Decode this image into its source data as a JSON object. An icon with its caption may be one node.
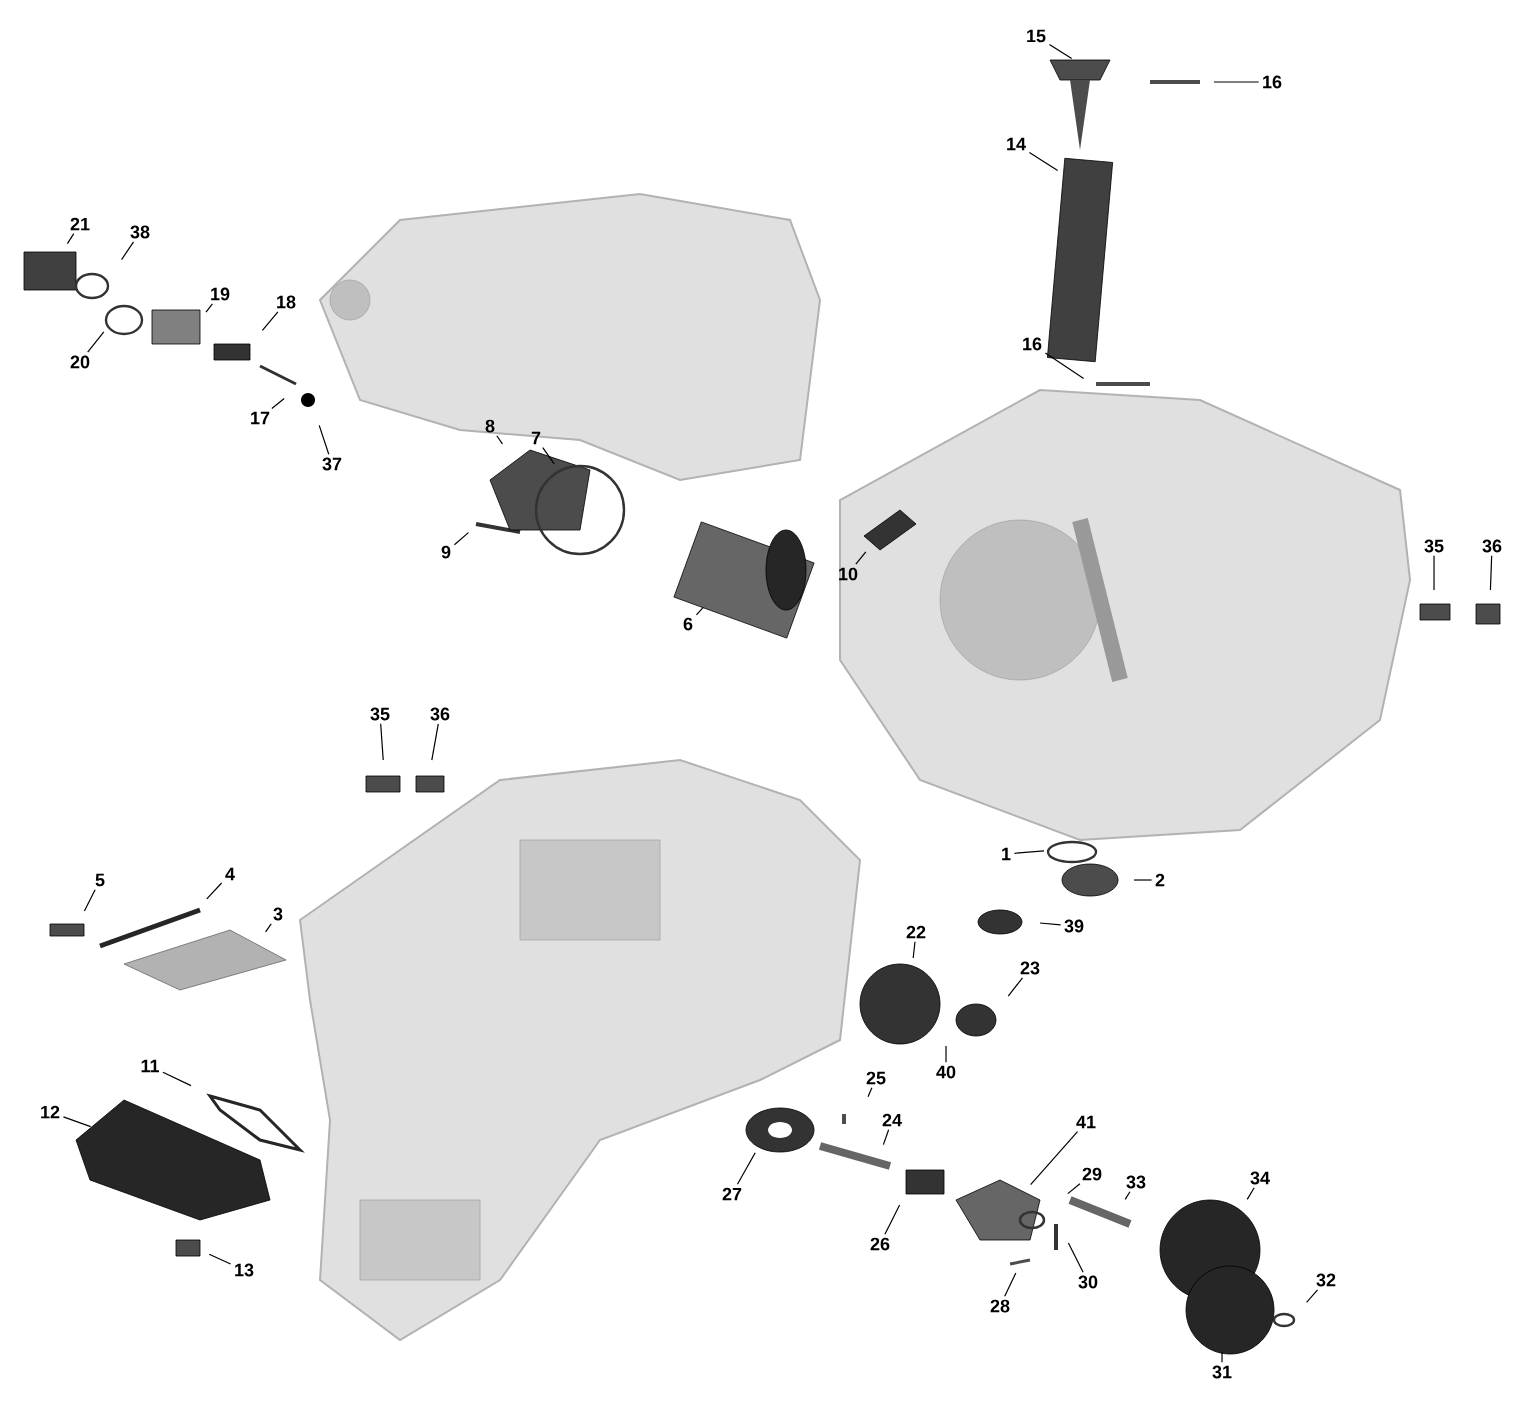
{
  "diagram": {
    "nodes": [
      {
        "text": [
          "15"
        ]
      },
      {
        "text": [
          "16"
        ]
      },
      {
        "text": [
          "14"
        ]
      },
      {
        "text": [
          "21"
        ]
      },
      {
        "text": [
          "38"
        ]
      },
      {
        "text": [
          "19"
        ]
      },
      {
        "text": [
          "18"
        ]
      },
      {
        "text": [
          "16"
        ]
      },
      {
        "text": [
          "20"
        ]
      },
      {
        "text": [
          "17"
        ]
      },
      {
        "text": [
          "8"
        ]
      },
      {
        "text": [
          "7"
        ]
      },
      {
        "text": [
          "37"
        ]
      },
      {
        "text": [
          "9"
        ]
      },
      {
        "text": [
          "35"
        ]
      },
      {
        "text": [
          "36"
        ]
      },
      {
        "text": [
          "10"
        ]
      },
      {
        "text": [
          "6"
        ]
      },
      {
        "text": [
          "35"
        ]
      },
      {
        "text": [
          "36"
        ]
      },
      {
        "text": [
          "5"
        ]
      },
      {
        "text": [
          "4"
        ]
      },
      {
        "text": [
          "3"
        ]
      },
      {
        "text": [
          "1"
        ]
      },
      {
        "text": [
          "2"
        ]
      },
      {
        "text": [
          "39"
        ]
      },
      {
        "text": [
          "22"
        ]
      },
      {
        "text": [
          "23"
        ]
      },
      {
        "text": [
          "11"
        ]
      },
      {
        "text": [
          "40"
        ]
      },
      {
        "text": [
          "25"
        ]
      },
      {
        "text": [
          "12"
        ]
      },
      {
        "text": [
          "24"
        ]
      },
      {
        "text": [
          "41"
        ]
      },
      {
        "text": [
          "29"
        ]
      },
      {
        "text": [
          "33"
        ]
      },
      {
        "text": [
          "34"
        ]
      },
      {
        "text": [
          "27"
        ]
      },
      {
        "text": [
          "26"
        ]
      },
      {
        "text": [
          "13"
        ]
      },
      {
        "text": [
          "30"
        ]
      },
      {
        "text": [
          "32"
        ]
      },
      {
        "text": [
          "28"
        ]
      },
      {
        "text": [
          "31"
        ]
      }
    ],
    "edges": [
      {
        "from": 0,
        "to": null,
        "arrow": "none"
      },
      {
        "from": 1,
        "to": null,
        "arrow": "none"
      },
      {
        "from": 2,
        "to": null,
        "arrow": "none"
      },
      {
        "from": 3,
        "to": null,
        "arrow": "none"
      },
      {
        "from": 4,
        "to": null,
        "arrow": "none"
      },
      {
        "from": 5,
        "to": null,
        "arrow": "none"
      },
      {
        "from": 6,
        "to": null,
        "arrow": "none"
      },
      {
        "from": 7,
        "to": null,
        "arrow": "none"
      },
      {
        "from": 8,
        "to": null,
        "arrow": "none"
      },
      {
        "from": 9,
        "to": null,
        "arrow": "none"
      },
      {
        "from": 10,
        "to": null,
        "arrow": "none"
      },
      {
        "from": 11,
        "to": null,
        "arrow": "none"
      },
      {
        "from": 12,
        "to": null,
        "arrow": "none"
      },
      {
        "from": 13,
        "to": null,
        "arrow": "none"
      },
      {
        "from": 14,
        "to": null,
        "arrow": "none"
      },
      {
        "from": 15,
        "to": null,
        "arrow": "none"
      },
      {
        "from": 16,
        "to": null,
        "arrow": "none"
      },
      {
        "from": 17,
        "to": null,
        "arrow": "none"
      },
      {
        "from": 18,
        "to": null,
        "arrow": "none"
      },
      {
        "from": 19,
        "to": null,
        "arrow": "none"
      },
      {
        "from": 20,
        "to": null,
        "arrow": "none"
      },
      {
        "from": 21,
        "to": null,
        "arrow": "none"
      },
      {
        "from": 22,
        "to": null,
        "arrow": "none"
      },
      {
        "from": 23,
        "to": null,
        "arrow": "none"
      },
      {
        "from": 24,
        "to": null,
        "arrow": "none"
      },
      {
        "from": 25,
        "to": null,
        "arrow": "none"
      },
      {
        "from": 26,
        "to": null,
        "arrow": "none"
      },
      {
        "from": 27,
        "to": null,
        "arrow": "none"
      },
      {
        "from": 28,
        "to": null,
        "arrow": "none"
      },
      {
        "from": 29,
        "to": null,
        "arrow": "none"
      },
      {
        "from": 30,
        "to": null,
        "arrow": "none"
      },
      {
        "from": 31,
        "to": null,
        "arrow": "none"
      },
      {
        "from": 32,
        "to": null,
        "arrow": "none"
      },
      {
        "from": 33,
        "to": null,
        "arrow": "none"
      },
      {
        "from": 34,
        "to": null,
        "arrow": "none"
      },
      {
        "from": 35,
        "to": null,
        "arrow": "none"
      },
      {
        "from": 36,
        "to": null,
        "arrow": "none"
      },
      {
        "from": 37,
        "to": null,
        "arrow": "none"
      },
      {
        "from": 38,
        "to": null,
        "arrow": "none"
      },
      {
        "from": 39,
        "to": null,
        "arrow": "none"
      },
      {
        "from": 40,
        "to": null,
        "arrow": "none"
      },
      {
        "from": 41,
        "to": null,
        "arrow": "none"
      },
      {
        "from": 42,
        "to": null,
        "arrow": "none"
      },
      {
        "from": 43,
        "to": null,
        "arrow": "none"
      }
    ]
  }
}
